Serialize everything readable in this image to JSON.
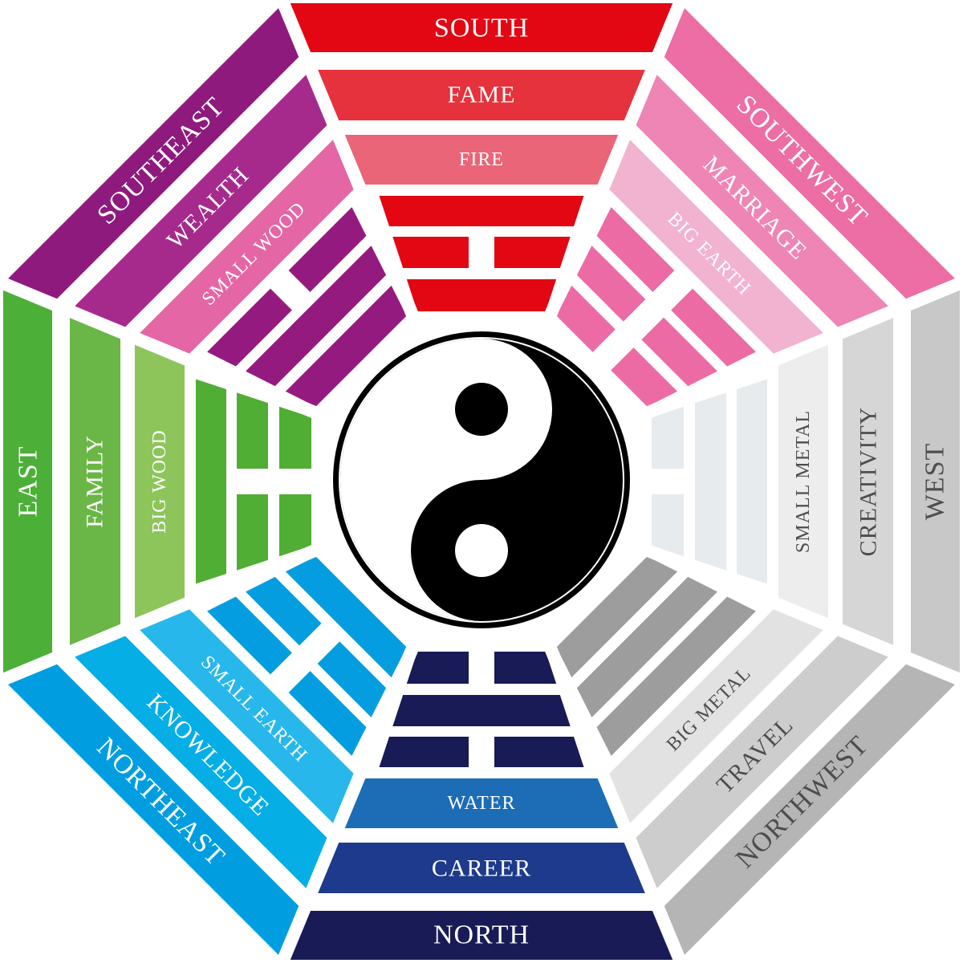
{
  "title": "Bagua",
  "sectors": [
    {
      "direction": "SOUTH",
      "aspect": "FAME",
      "element": "FIRE",
      "trigram": [
        1,
        0,
        1
      ],
      "colors": {
        "outer": "#e30613",
        "middle": "#e5323c",
        "inner": "#ea6577",
        "trigram": "#e30613",
        "text": "#ffffff"
      }
    },
    {
      "direction": "SOUTHWEST",
      "aspect": "MARRIAGE",
      "element": "BIG EARTH",
      "trigram": [
        0,
        0,
        0
      ],
      "colors": {
        "outer": "#ec6ea5",
        "middle": "#ee85b5",
        "inner": "#f2b3d0",
        "trigram": "#ec6ba4",
        "text": "#ffffff"
      }
    },
    {
      "direction": "WEST",
      "aspect": "CREATIVITY",
      "element": "SMALL METAL",
      "trigram": [
        1,
        1,
        0
      ],
      "colors": {
        "outer": "#c8c8c8",
        "middle": "#d6d6d6",
        "inner": "#ededed",
        "trigram": "#e8ebee",
        "text": "#4d4d4d"
      }
    },
    {
      "direction": "NORTHWEST",
      "aspect": "TRAVEL",
      "element": "BIG METAL",
      "trigram": [
        1,
        1,
        1
      ],
      "colors": {
        "outer": "#b5b5b5",
        "middle": "#cdcdcd",
        "inner": "#e2e2e2",
        "trigram": "#9d9d9d",
        "text": "#4d4d4d"
      }
    },
    {
      "direction": "NORTH",
      "aspect": "CAREER",
      "element": "WATER",
      "trigram": [
        0,
        1,
        0
      ],
      "colors": {
        "outer": "#191b56",
        "middle": "#1e3a8c",
        "inner": "#1c6cb6",
        "trigram": "#191b56",
        "text": "#ffffff"
      }
    },
    {
      "direction": "NORTHEAST",
      "aspect": "KNOWLEDGE",
      "element": "SMALL EARTH",
      "trigram": [
        0,
        0,
        1
      ],
      "colors": {
        "outer": "#009ee0",
        "middle": "#06aee6",
        "inner": "#27b7eb",
        "trigram": "#049ee0",
        "text": "#ffffff"
      }
    },
    {
      "direction": "EAST",
      "aspect": "FAMILY",
      "element": "BIG WOOD",
      "trigram": [
        1,
        0,
        0
      ],
      "colors": {
        "outer": "#4caf38",
        "middle": "#6ab646",
        "inner": "#8dc55a",
        "trigram": "#4fae33",
        "text": "#ffffff"
      }
    },
    {
      "direction": "SOUTHEAST",
      "aspect": "WEALTH",
      "element": "SMALL WOOD",
      "trigram": [
        0,
        1,
        1
      ],
      "colors": {
        "outer": "#8e1a7e",
        "middle": "#a62a8c",
        "inner": "#e466a4",
        "trigram": "#951a80",
        "text": "#ffffff"
      }
    }
  ],
  "yin_yang": {
    "dark": "#000000",
    "light": "#ffffff"
  }
}
